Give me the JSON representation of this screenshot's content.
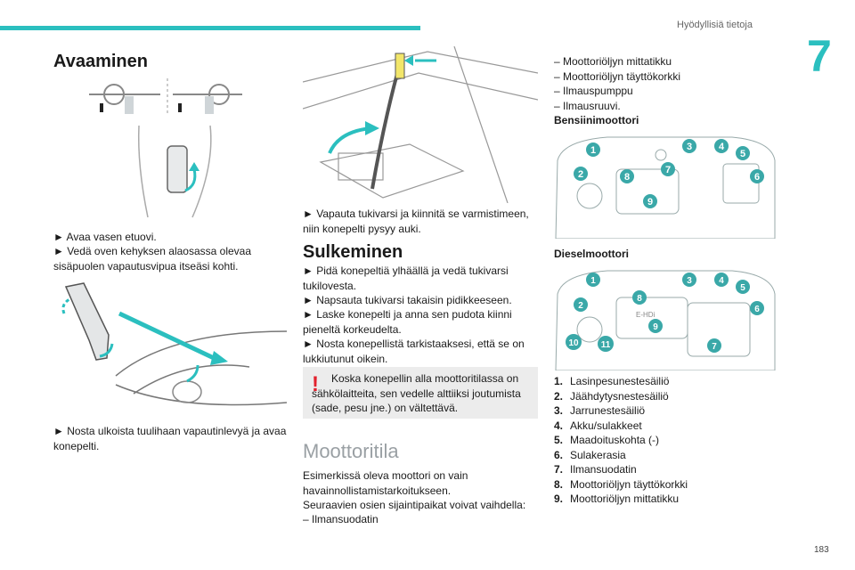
{
  "header": {
    "title": "Hyödyllisiä tietoja",
    "chapter": "7",
    "page": "183"
  },
  "col1": {
    "heading": "Avaaminen",
    "steps1": [
      "► Avaa vasen etuovi.",
      "► Vedä oven kehyksen alaosassa olevaa sisäpuolen vapautusvipua itseäsi kohti."
    ],
    "steps2": "► Nosta ulkoista tuulihaan vapautinlevyä ja avaa konepelti."
  },
  "col2": {
    "step_prop": "► Vapauta tukivarsi ja kiinnitä se varmistimeen, niin konepelti pysyy auki.",
    "heading_close": "Sulkeminen",
    "close_steps": [
      "► Pidä konepeltiä ylhäällä ja vedä tukivarsi tukilovesta.",
      "► Napsauta tukivarsi takaisin pidikkeeseen.",
      "► Laske konepelti ja anna sen pudota kiinni pieneltä korkeudelta.",
      "► Nosta konepellistä tarkistaaksesi, että se on lukkiutunut oikein."
    ],
    "warning_mark": "!",
    "warning": "Koska konepellin alla moottoritilassa on sähkölaitteita, sen vedelle alttiiksi joutumista (sade, pesu jne.) on vältettävä.",
    "heading_engine": "Moottoritila",
    "engine_text": "Esimerkissä oleva moottori on vain havainnollistamistarkoitukseen.",
    "engine_text2": "Seuraavien osien sijaintipaikat voivat vaihdella:",
    "dash_item": "– Ilmansuodatin"
  },
  "col3": {
    "dash_items": [
      "– Moottoriöljyn mittatikku",
      "– Moottoriöljyn täyttökorkki",
      "– Ilmauspumppu",
      "– Ilmausruuvi."
    ],
    "petrol_heading": "Bensiinimoottori",
    "diesel_heading": "Dieselmoottori",
    "diesel_label_ehdi": "E-HDi",
    "legend": [
      {
        "n": "1.",
        "t": "Lasinpesunestesäiliö"
      },
      {
        "n": "2.",
        "t": "Jäähdytysnestesäiliö"
      },
      {
        "n": "3.",
        "t": "Jarrunestesäiliö"
      },
      {
        "n": "4.",
        "t": "Akku/sulakkeet"
      },
      {
        "n": "5.",
        "t": "Maadoituskohta (-)"
      },
      {
        "n": "6.",
        "t": "Sulakerasia"
      },
      {
        "n": "7.",
        "t": "Ilmansuodatin"
      },
      {
        "n": "8.",
        "t": "Moottoriöljyn täyttökorkki"
      },
      {
        "n": "9.",
        "t": "Moottoriöljyn mittatikku"
      }
    ],
    "petrol_markers": [
      "1",
      "2",
      "3",
      "4",
      "5",
      "6",
      "7",
      "8",
      "9"
    ],
    "diesel_markers": [
      "1",
      "2",
      "3",
      "4",
      "5",
      "6",
      "7",
      "8",
      "9",
      "10",
      "11"
    ]
  },
  "colors": {
    "accent": "#2bbfbf",
    "warning": "#e2202c",
    "marker": "#3aa8a8"
  }
}
